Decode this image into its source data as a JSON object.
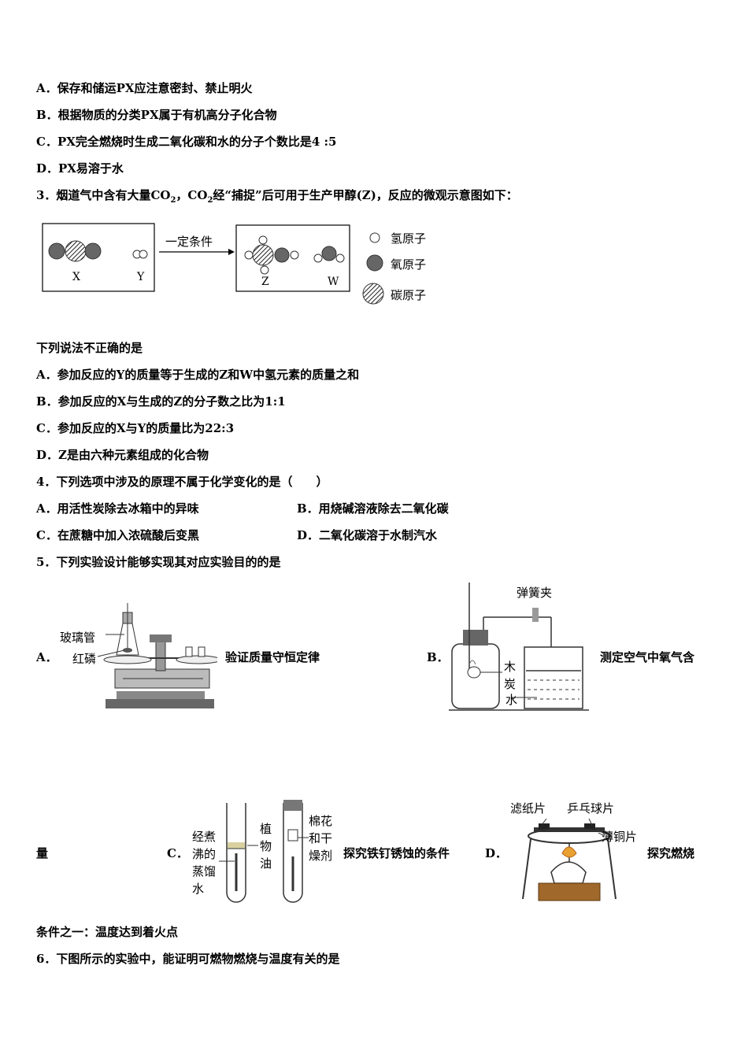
{
  "q2_options": [
    "A．保存和储运PX应注意密封、禁止明火",
    "B．根据物质的分类PX属于有机高分子化合物",
    "C．PX完全燃烧时生成二氧化碳和水的分子个数比是4 :5",
    "D．PX易溶于水"
  ],
  "q3": {
    "stem_pre": "3．烟道气中含有大量CO",
    "stem_sub1": "2",
    "stem_mid": "，CO",
    "stem_sub2": "2",
    "stem_post": "经“捕捉”后可用于生产甲醇(Z)，反应的微观示意图如下：",
    "diagram": {
      "arrow_label": "一定条件",
      "x_label": "X",
      "y_label": "Y",
      "z_label": "Z",
      "w_label": "W",
      "legend_h": "氢原子",
      "legend_o": "氧原子",
      "legend_c": "碳原子"
    },
    "prompt": "下列说法不正确的是",
    "options": [
      "A．参加反应的Y的质量等于生成的Z和W中氢元素的质量之和",
      "B．参加反应的X与生成的Z的分子数之比为1:1",
      "C．参加反应的X与Y的质量比为22:3",
      "D．Z是由六种元素组成的化合物"
    ]
  },
  "q4": {
    "stem": "4．下列选项中涉及的原理不属于化学变化的是（　　）",
    "opt_a": "A．用活性炭除去冰箱中的异味",
    "opt_b": "B．用烧碱溶液除去二氧化碳",
    "opt_c": "C．在蔗糖中加入浓硫酸后变黑",
    "opt_d": "D．二氧化碳溶于水制汽水"
  },
  "q5": {
    "stem": "5．下列实验设计能够实现其对应实验目的的是",
    "a_letter": "A．",
    "a_label_glass": "玻璃管",
    "a_label_p": "红磷",
    "a_caption": "验证质量守恒定律",
    "b_letter": "B．",
    "b_label_clip": "弹簧夹",
    "b_label_char1": "木",
    "b_label_char2": "炭",
    "b_label_water": "水",
    "b_caption": "测定空气中氧气含",
    "b_caption_cont": "量",
    "c_letter": "C．",
    "c_label_boiled": [
      "经煮",
      "沸的",
      "蒸馏",
      "水"
    ],
    "c_label_oil": [
      "植",
      "物",
      "油"
    ],
    "c_label_cotton": [
      "棉花",
      "和干",
      "燥剂"
    ],
    "c_caption": "探究铁钉锈蚀的条件",
    "d_letter": "D．",
    "d_label_filter": "滤纸片",
    "d_label_pingpong": "乒乓球片",
    "d_label_copper": "薄铜片",
    "d_caption": "探究燃烧",
    "d_caption_cont": "条件之一：温度达到着火点"
  },
  "q6": {
    "stem": "6．下图所示的实验中，能证明可燃物燃烧与温度有关的是"
  }
}
